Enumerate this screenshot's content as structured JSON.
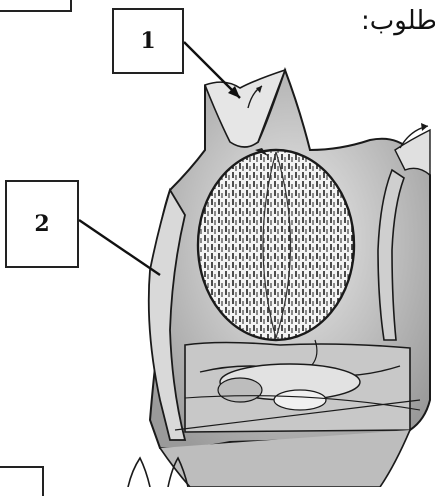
{
  "heading": "طلوب:",
  "labels": {
    "one": "1",
    "two": "2"
  },
  "colors": {
    "ink": "#1a1a1a",
    "tissue": "#d9d9d9",
    "shade": "#9a9a9a"
  }
}
